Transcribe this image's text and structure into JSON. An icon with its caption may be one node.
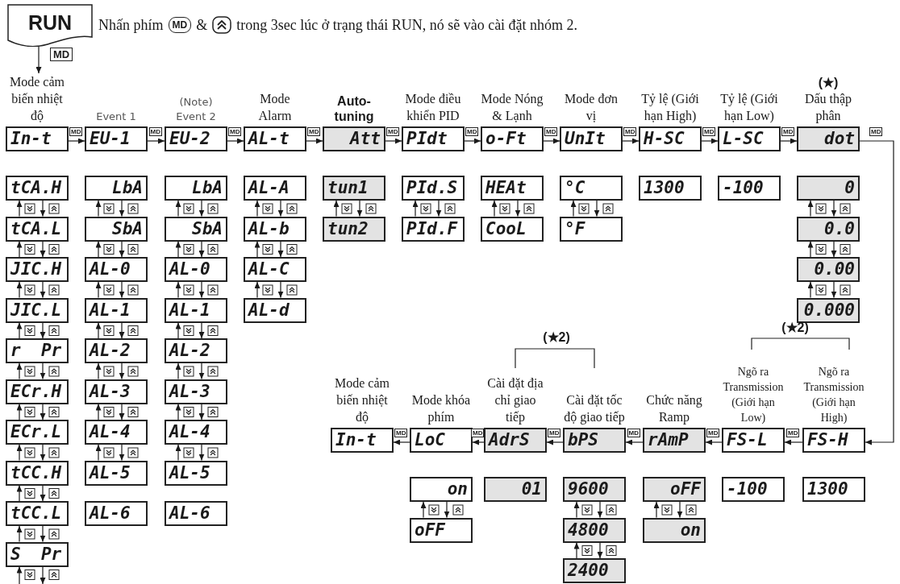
{
  "diagram": {
    "nodes": [
      {
        "text": [
          "RUN"
        ]
      },
      {
        "text": [
          "Mode cảm biến nhiệt độ",
          "In-t"
        ]
      },
      {
        "text": [
          "Event 1",
          "EU-1"
        ]
      },
      {
        "text": [
          "(Note) Event 2",
          "EU-2"
        ]
      },
      {
        "text": [
          "Mode Alarm",
          "AL-t"
        ]
      },
      {
        "text": [
          "Auto-tuning",
          "Att"
        ]
      },
      {
        "text": [
          "Mode điều khiển PID",
          "PIdt"
        ]
      },
      {
        "text": [
          "Mode Nóng & Lạnh",
          "o-Ft"
        ]
      },
      {
        "text": [
          "Mode đơn vị",
          "UnIt"
        ]
      },
      {
        "text": [
          "Tỷ lệ (Giới hạn High)",
          "H-SC"
        ]
      },
      {
        "text": [
          "Tỷ lệ (Giới hạn Low)",
          "L-SC"
        ]
      },
      {
        "text": [
          "(★)",
          "Dấu thập phân",
          "dot"
        ]
      },
      {
        "text": [
          "tCA.H"
        ]
      },
      {
        "text": [
          "tCA.L"
        ]
      },
      {
        "text": [
          "JIC.H"
        ]
      },
      {
        "text": [
          "JIC.L"
        ]
      },
      {
        "text": [
          "r  Pr"
        ]
      },
      {
        "text": [
          "ECr.H"
        ]
      },
      {
        "text": [
          "ECr.L"
        ]
      },
      {
        "text": [
          "tCC.H"
        ]
      },
      {
        "text": [
          "tCC.L"
        ]
      },
      {
        "text": [
          "S  Pr"
        ]
      },
      {
        "text": [
          "LbA"
        ]
      },
      {
        "text": [
          "SbA"
        ]
      },
      {
        "text": [
          "AL-0"
        ]
      },
      {
        "text": [
          "AL-1"
        ]
      },
      {
        "text": [
          "AL-2"
        ]
      },
      {
        "text": [
          "AL-3"
        ]
      },
      {
        "text": [
          "AL-4"
        ]
      },
      {
        "text": [
          "AL-5"
        ]
      },
      {
        "text": [
          "AL-6"
        ]
      },
      {
        "text": [
          "LbA"
        ]
      },
      {
        "text": [
          "SbA"
        ]
      },
      {
        "text": [
          "AL-0"
        ]
      },
      {
        "text": [
          "AL-1"
        ]
      },
      {
        "text": [
          "AL-2"
        ]
      },
      {
        "text": [
          "AL-3"
        ]
      },
      {
        "text": [
          "AL-4"
        ]
      },
      {
        "text": [
          "AL-5"
        ]
      },
      {
        "text": [
          "AL-6"
        ]
      },
      {
        "text": [
          "AL-A"
        ]
      },
      {
        "text": [
          "AL-b"
        ]
      },
      {
        "text": [
          "AL-C"
        ]
      },
      {
        "text": [
          "AL-d"
        ]
      },
      {
        "text": [
          "tun1"
        ]
      },
      {
        "text": [
          "tun2"
        ]
      },
      {
        "text": [
          "PId.S"
        ]
      },
      {
        "text": [
          "PId.F"
        ]
      },
      {
        "text": [
          "HEAt"
        ]
      },
      {
        "text": [
          "CooL"
        ]
      },
      {
        "text": [
          "°C"
        ]
      },
      {
        "text": [
          "°F"
        ]
      },
      {
        "text": [
          "1300"
        ]
      },
      {
        "text": [
          "-100"
        ]
      },
      {
        "text": [
          "0"
        ]
      },
      {
        "text": [
          "0.0"
        ]
      },
      {
        "text": [
          "0.00"
        ]
      },
      {
        "text": [
          "0.000"
        ]
      },
      {
        "text": [
          "Mode cảm biến nhiệt độ",
          "In-t"
        ]
      },
      {
        "text": [
          "Mode khóa phím",
          "LoC"
        ]
      },
      {
        "text": [
          "Cài đặt địa chỉ giao tiếp",
          "AdrS"
        ]
      },
      {
        "text": [
          "Cài đặt tốc độ giao tiếp",
          "bPS"
        ]
      },
      {
        "text": [
          "Chức năng Ramp",
          "rAmP"
        ]
      },
      {
        "text": [
          "Ngõ ra Transmission (Giới hạn Low)",
          "FS-L"
        ]
      },
      {
        "text": [
          "Ngõ ra Transmission (Giới hạn High)",
          "FS-H"
        ]
      },
      {
        "text": [
          "on"
        ]
      },
      {
        "text": [
          "oFF"
        ]
      },
      {
        "text": [
          "01"
        ]
      },
      {
        "text": [
          "9600"
        ]
      },
      {
        "text": [
          "4800"
        ]
      },
      {
        "text": [
          "2400"
        ]
      },
      {
        "text": [
          "oFF"
        ]
      },
      {
        "text": [
          "on"
        ]
      },
      {
        "text": [
          "-100"
        ]
      },
      {
        "text": [
          "1300"
        ]
      }
    ],
    "edges": [
      {
        "from": 0,
        "to": 1,
        "arrow": "to",
        "label": "MD"
      },
      {
        "from": 1,
        "to": 2,
        "arrow": "to",
        "label": "MD"
      },
      {
        "from": 2,
        "to": 3,
        "arrow": "to",
        "label": "MD"
      },
      {
        "from": 3,
        "to": 4,
        "arrow": "to",
        "label": "MD"
      },
      {
        "from": 4,
        "to": 5,
        "arrow": "to",
        "label": "MD"
      },
      {
        "from": 5,
        "to": 6,
        "arrow": "to",
        "label": "MD"
      },
      {
        "from": 6,
        "to": 7,
        "arrow": "to",
        "label": "MD"
      },
      {
        "from": 7,
        "to": 8,
        "arrow": "to",
        "label": "MD"
      },
      {
        "from": 8,
        "to": 9,
        "arrow": "to",
        "label": "MD"
      },
      {
        "from": 9,
        "to": 10,
        "arrow": "to",
        "label": "MD"
      },
      {
        "from": 10,
        "to": 11,
        "arrow": "to",
        "label": "MD"
      },
      {
        "from": 11,
        "to": 64,
        "arrow": "to",
        "label": "MD"
      },
      {
        "from": 64,
        "to": 63,
        "arrow": "to",
        "label": "MD"
      },
      {
        "from": 63,
        "to": 62,
        "arrow": "to",
        "label": "MD"
      },
      {
        "from": 62,
        "to": 61,
        "arrow": "to",
        "label": "MD"
      },
      {
        "from": 61,
        "to": 60,
        "arrow": "to",
        "label": "MD"
      },
      {
        "from": 60,
        "to": 59,
        "arrow": "to",
        "label": "MD"
      },
      {
        "from": 59,
        "to": 58,
        "arrow": "to",
        "label": "MD"
      },
      {
        "from": 12,
        "to": 13,
        "arrow": "to"
      },
      {
        "from": 13,
        "to": 12,
        "arrow": "to"
      },
      {
        "from": 13,
        "to": 14,
        "arrow": "to"
      },
      {
        "from": 14,
        "to": 13,
        "arrow": "to"
      },
      {
        "from": 14,
        "to": 15,
        "arrow": "to"
      },
      {
        "from": 15,
        "to": 14,
        "arrow": "to"
      },
      {
        "from": 15,
        "to": 16,
        "arrow": "to"
      },
      {
        "from": 16,
        "to": 15,
        "arrow": "to"
      },
      {
        "from": 16,
        "to": 17,
        "arrow": "to"
      },
      {
        "from": 17,
        "to": 16,
        "arrow": "to"
      },
      {
        "from": 17,
        "to": 18,
        "arrow": "to"
      },
      {
        "from": 18,
        "to": 17,
        "arrow": "to"
      },
      {
        "from": 18,
        "to": 19,
        "arrow": "to"
      },
      {
        "from": 19,
        "to": 18,
        "arrow": "to"
      },
      {
        "from": 19,
        "to": 20,
        "arrow": "to"
      },
      {
        "from": 20,
        "to": 19,
        "arrow": "to"
      },
      {
        "from": 20,
        "to": 21,
        "arrow": "to"
      },
      {
        "from": 21,
        "to": 20,
        "arrow": "to"
      },
      {
        "from": 21,
        "to": null,
        "arrow": "to"
      },
      {
        "from": null,
        "to": 21,
        "arrow": "to"
      },
      {
        "from": 22,
        "to": 23,
        "arrow": "to"
      },
      {
        "from": 23,
        "to": 22,
        "arrow": "to"
      },
      {
        "from": 23,
        "to": 24,
        "arrow": "to"
      },
      {
        "from": 24,
        "to": 23,
        "arrow": "to"
      },
      {
        "from": 24,
        "to": 25,
        "arrow": "to"
      },
      {
        "from": 25,
        "to": 24,
        "arrow": "to"
      },
      {
        "from": 25,
        "to": 26,
        "arrow": "to"
      },
      {
        "from": 26,
        "to": 25,
        "arrow": "to"
      },
      {
        "from": 26,
        "to": 27,
        "arrow": "to"
      },
      {
        "from": 27,
        "to": 26,
        "arrow": "to"
      },
      {
        "from": 27,
        "to": 28,
        "arrow": "to"
      },
      {
        "from": 28,
        "to": 27,
        "arrow": "to"
      },
      {
        "from": 28,
        "to": 29,
        "arrow": "to"
      },
      {
        "from": 29,
        "to": 28,
        "arrow": "to"
      },
      {
        "from": 31,
        "to": 32,
        "arrow": "to"
      },
      {
        "from": 32,
        "to": 31,
        "arrow": "to"
      },
      {
        "from": 32,
        "to": 33,
        "arrow": "to"
      },
      {
        "from": 33,
        "to": 32,
        "arrow": "to"
      },
      {
        "from": 33,
        "to": 34,
        "arrow": "to"
      },
      {
        "from": 34,
        "to": 33,
        "arrow": "to"
      },
      {
        "from": 34,
        "to": 35,
        "arrow": "to"
      },
      {
        "from": 35,
        "to": 34,
        "arrow": "to"
      },
      {
        "from": 35,
        "to": 36,
        "arrow": "to"
      },
      {
        "from": 36,
        "to": 35,
        "arrow": "to"
      },
      {
        "from": 36,
        "to": 37,
        "arrow": "to"
      },
      {
        "from": 37,
        "to": 36,
        "arrow": "to"
      },
      {
        "from": 37,
        "to": 38,
        "arrow": "to"
      },
      {
        "from": 38,
        "to": 37,
        "arrow": "to"
      },
      {
        "from": 40,
        "to": 41,
        "arrow": "to"
      },
      {
        "from": 41,
        "to": 40,
        "arrow": "to"
      },
      {
        "from": 41,
        "to": 42,
        "arrow": "to"
      },
      {
        "from": 42,
        "to": 41,
        "arrow": "to"
      },
      {
        "from": 42,
        "to": 43,
        "arrow": "to"
      },
      {
        "from": 43,
        "to": 42,
        "arrow": "to"
      },
      {
        "from": 44,
        "to": 45,
        "arrow": "to"
      },
      {
        "from": 45,
        "to": 44,
        "arrow": "to"
      },
      {
        "from": 46,
        "to": 47,
        "arrow": "to"
      },
      {
        "from": 47,
        "to": 46,
        "arrow": "to"
      },
      {
        "from": 48,
        "to": 49,
        "arrow": "to"
      },
      {
        "from": 49,
        "to": 48,
        "arrow": "to"
      },
      {
        "from": 50,
        "to": 51,
        "arrow": "to"
      },
      {
        "from": 51,
        "to": 50,
        "arrow": "to"
      },
      {
        "from": 54,
        "to": 55,
        "arrow": "to"
      },
      {
        "from": 55,
        "to": 54,
        "arrow": "to"
      },
      {
        "from": 55,
        "to": 56,
        "arrow": "to"
      },
      {
        "from": 56,
        "to": 55,
        "arrow": "to"
      },
      {
        "from": 56,
        "to": 57,
        "arrow": "to"
      },
      {
        "from": 57,
        "to": 56,
        "arrow": "to"
      },
      {
        "from": 65,
        "to": 66,
        "arrow": "to"
      },
      {
        "from": 66,
        "to": 65,
        "arrow": "to"
      },
      {
        "from": 68,
        "to": 69,
        "arrow": "to"
      },
      {
        "from": 69,
        "to": 68,
        "arrow": "to"
      },
      {
        "from": 69,
        "to": 70,
        "arrow": "to"
      },
      {
        "from": 70,
        "to": 69,
        "arrow": "to"
      },
      {
        "from": 71,
        "to": 72,
        "arrow": "to"
      },
      {
        "from": 72,
        "to": 71,
        "arrow": "to"
      }
    ],
    "labels": [
      "Nhấn phím",
      "MD",
      "&",
      "trong 3sec lúc ở trạng thái RUN, nó sẽ vào cài đặt nhóm 2.",
      "(★2)",
      "(★2)"
    ]
  }
}
